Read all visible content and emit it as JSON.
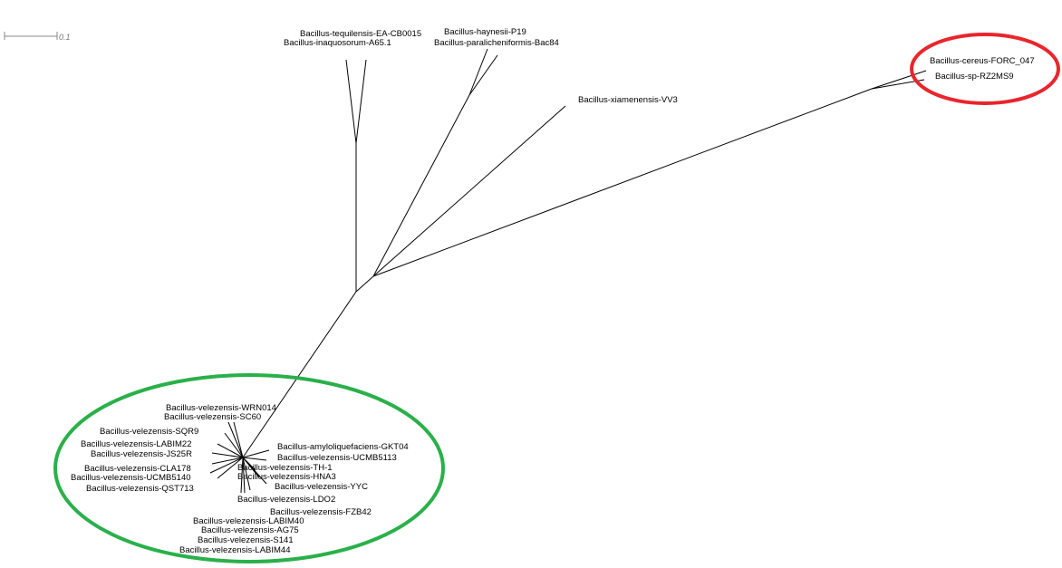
{
  "scale_bar": {
    "label": "0.1"
  },
  "colors": {
    "velezensis_group_circle": "#2ab04a",
    "cereus_group_circle": "#e8262c",
    "branch": "#000000"
  },
  "taxa": {
    "tequilensis": "Bacillus-tequilensis-EA-CB0015",
    "inaquosorum": "Bacillus-inaquosorum-A65.1",
    "haynesii": "Bacillus-haynesii-P19",
    "paralicheniformis": "Bacillus-paralicheniformis-Bac84",
    "xiamenensis": "Bacillus-xiamenensis-VV3",
    "cereus": "Bacillus-cereus-FORC_047",
    "sp_rz2ms9": "Bacillus-sp-RZ2MS9",
    "wrn014": "Bacillus-velezensis-WRN014",
    "sc60": "Bacillus-velezensis-SC60",
    "sqr9": "Bacillus-velezensis-SQR9",
    "labim22": "Bacillus-velezensis-LABIM22",
    "js25r": "Bacillus-velezensis-JS25R",
    "cla178": "Bacillus-velezensis-CLA178",
    "ucmb5140": "Bacillus-velezensis-UCMB5140",
    "qst713": "Bacillus-velezensis-QST713",
    "gkt04": "Bacillus-amyloliquefaciens-GKT04",
    "ucmb5113": "Bacillus-velezensis-UCMB5113",
    "th1": "Bacillus-velezensis-TH-1",
    "hna3": "Bacillus-velezensis-HNA3",
    "yyc": "Bacillus-velezensis-YYC",
    "ldo2": "Bacillus-velezensis-LDO2",
    "fzb42": "Bacillus-velezensis-FZB42",
    "labim40": "Bacillus-velezensis-LABIM40",
    "ag75": "Bacillus-velezensis-AG75",
    "s141": "Bacillus-velezensis-S141",
    "labim44": "Bacillus-velezensis-LABIM44"
  }
}
